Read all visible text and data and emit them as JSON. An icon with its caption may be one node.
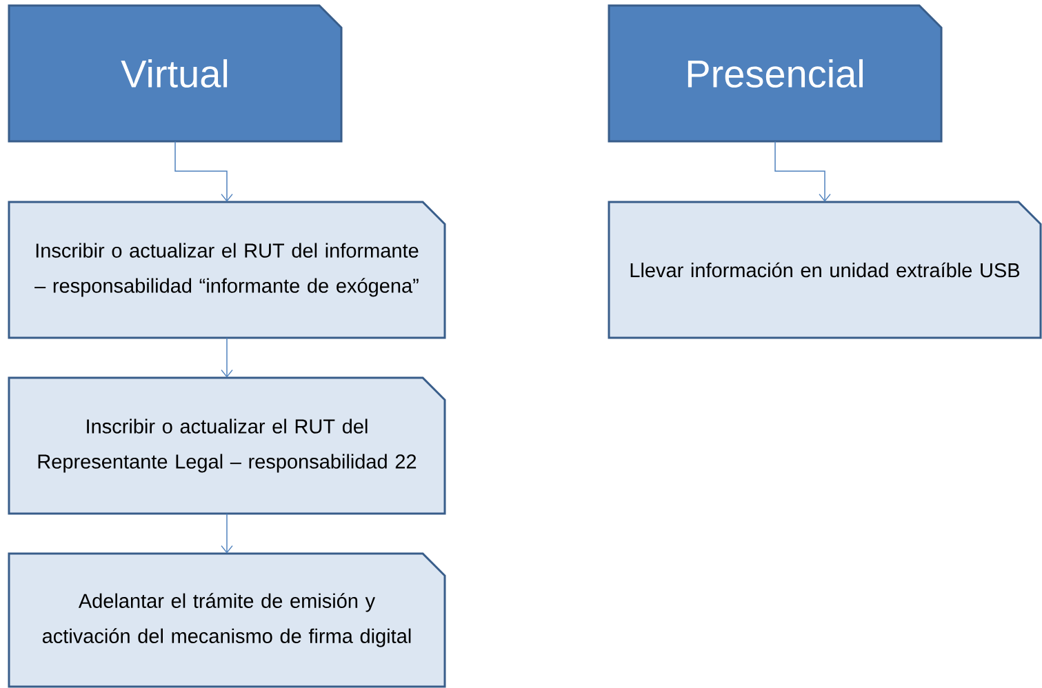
{
  "diagram": {
    "nodes": [
      {
        "text": [
          "Virtual"
        ]
      },
      {
        "text": [
          "Inscribir o actualizar el RUT del informante – responsabilidad “informante de exógena”"
        ]
      },
      {
        "text": [
          "Inscribir o actualizar el RUT del Representante Legal – responsabilidad 22"
        ]
      },
      {
        "text": [
          "Adelantar el trámite de emisión y activación del mecanismo de firma digital"
        ]
      },
      {
        "text": [
          "Presencial"
        ]
      },
      {
        "text": [
          "Llevar información en unidad extraíble USB"
        ]
      }
    ],
    "edges": [
      {
        "from": 0,
        "to": 1,
        "arrow": "to"
      },
      {
        "from": 1,
        "to": 2,
        "arrow": "to"
      },
      {
        "from": 2,
        "to": 3,
        "arrow": "to"
      },
      {
        "from": 4,
        "to": 5,
        "arrow": "to"
      }
    ]
  }
}
